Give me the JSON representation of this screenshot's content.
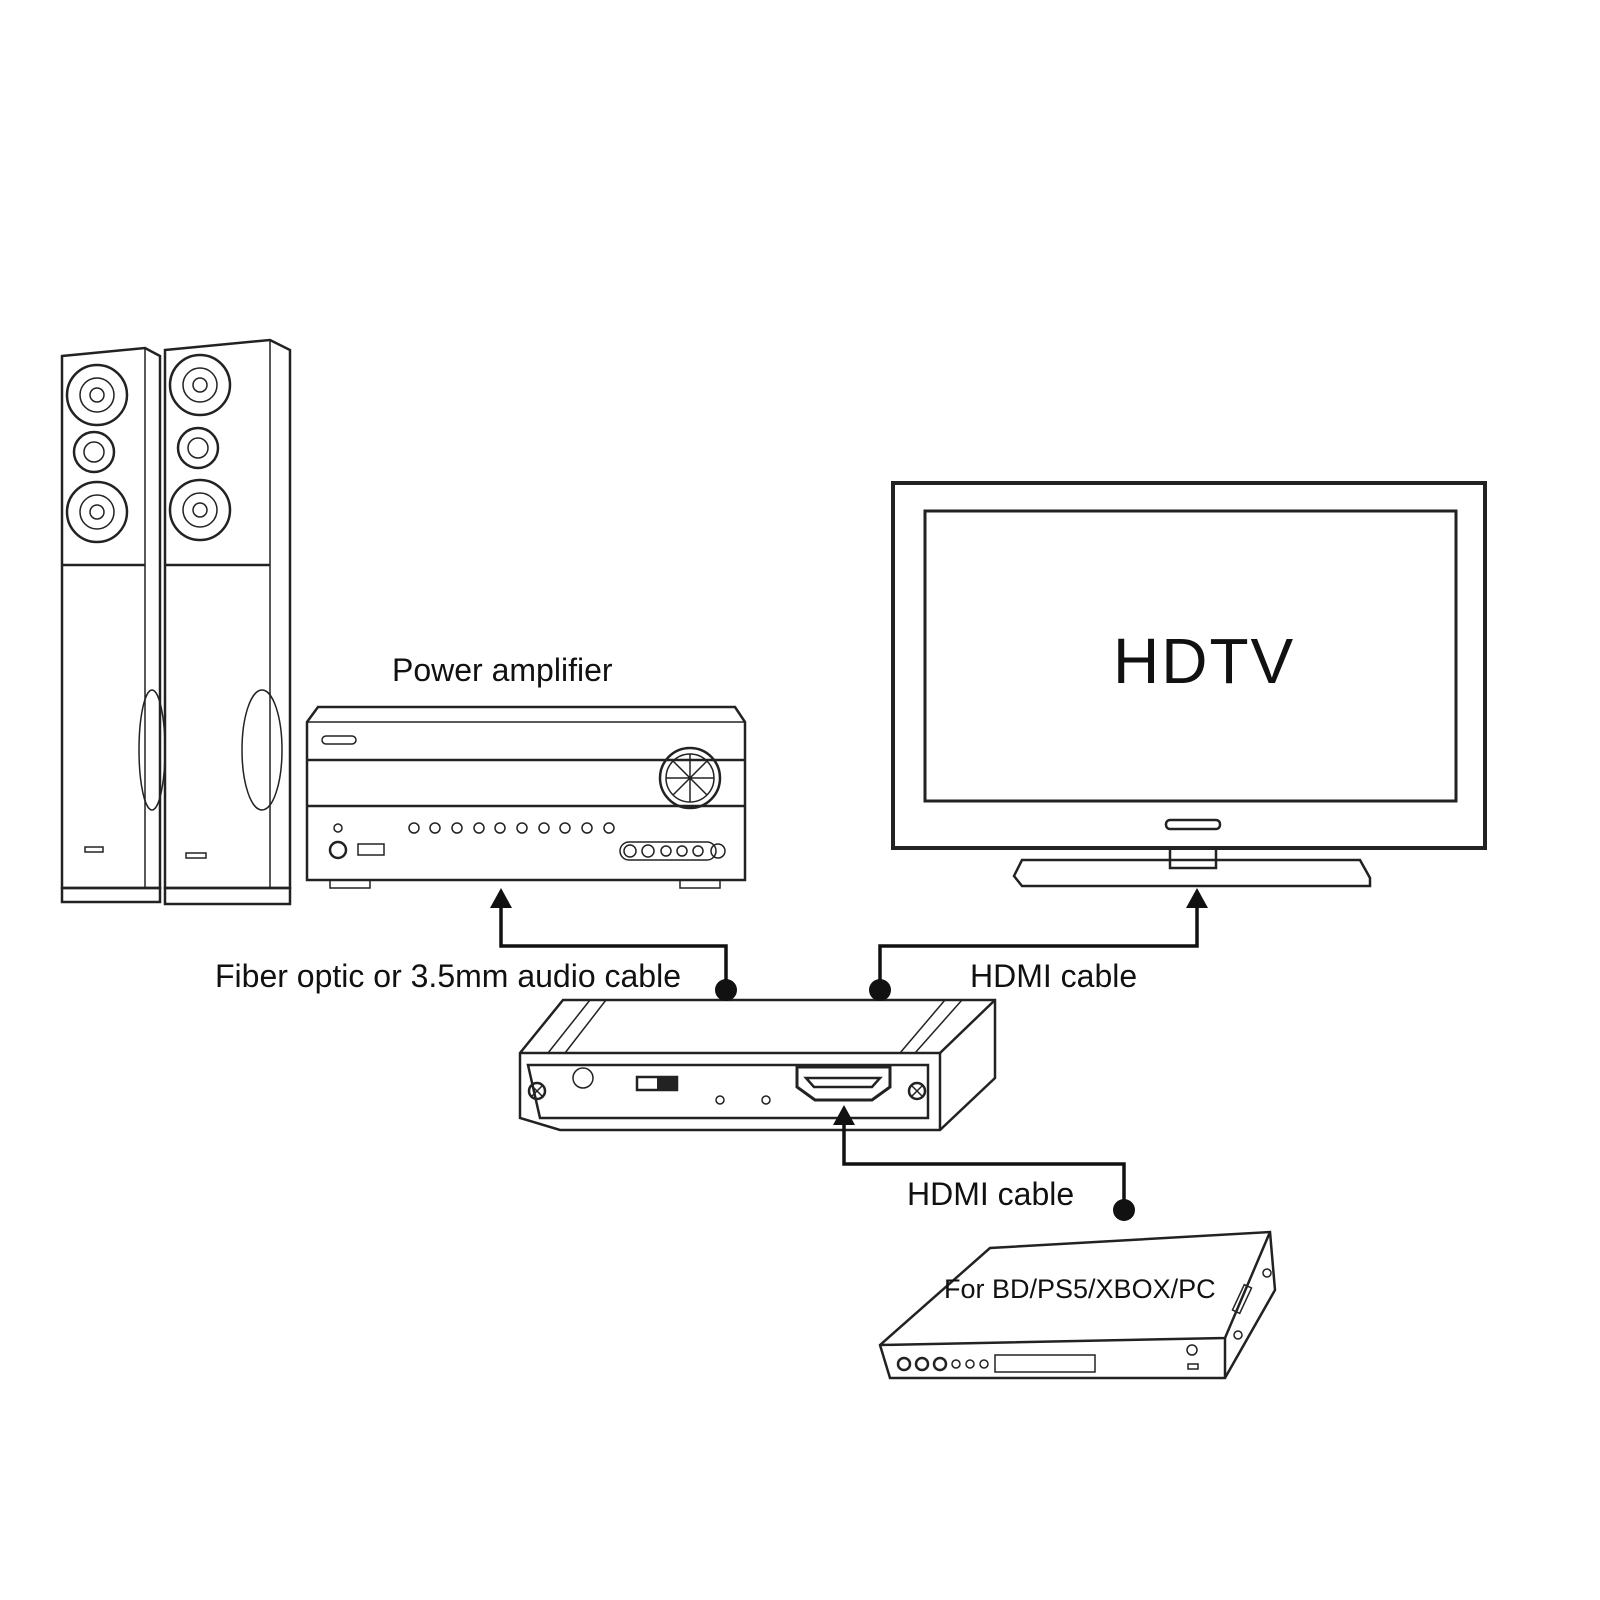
{
  "labels": {
    "power_amplifier": "Power amplifier",
    "hdtv": "HDTV",
    "audio_cable": "Fiber optic or 3.5mm audio cable",
    "hdmi_cable_tv": "HDMI cable",
    "hdmi_cable_source": "HDMI cable",
    "source_device": "For BD/PS5/XBOX/PC"
  }
}
